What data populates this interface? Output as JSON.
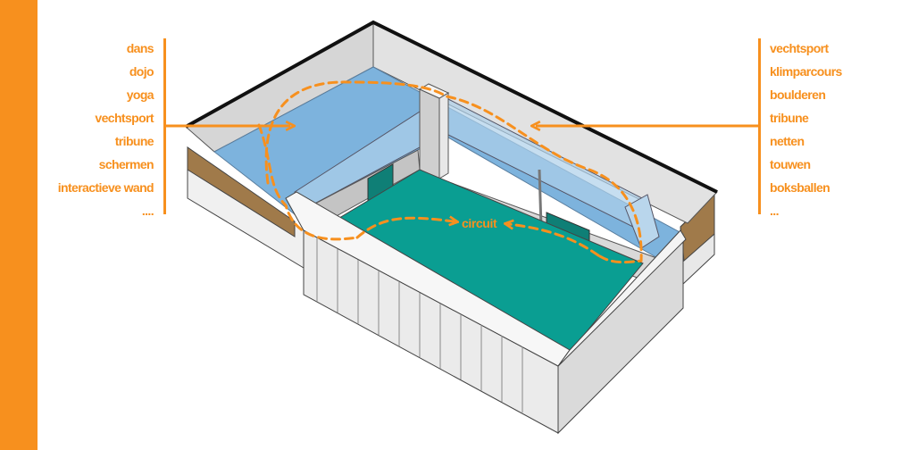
{
  "accent_color": "#f7901e",
  "left_labels": [
    "dans",
    "dojo",
    "yoga",
    "vechtsport",
    "tribune",
    "schermen",
    "interactieve wand",
    "...."
  ],
  "right_labels": [
    "vechtsport",
    "klimparcours",
    "boulderen",
    "tribune",
    "netten",
    "touwen",
    "boksballen",
    "..."
  ],
  "center_label": "circuit"
}
